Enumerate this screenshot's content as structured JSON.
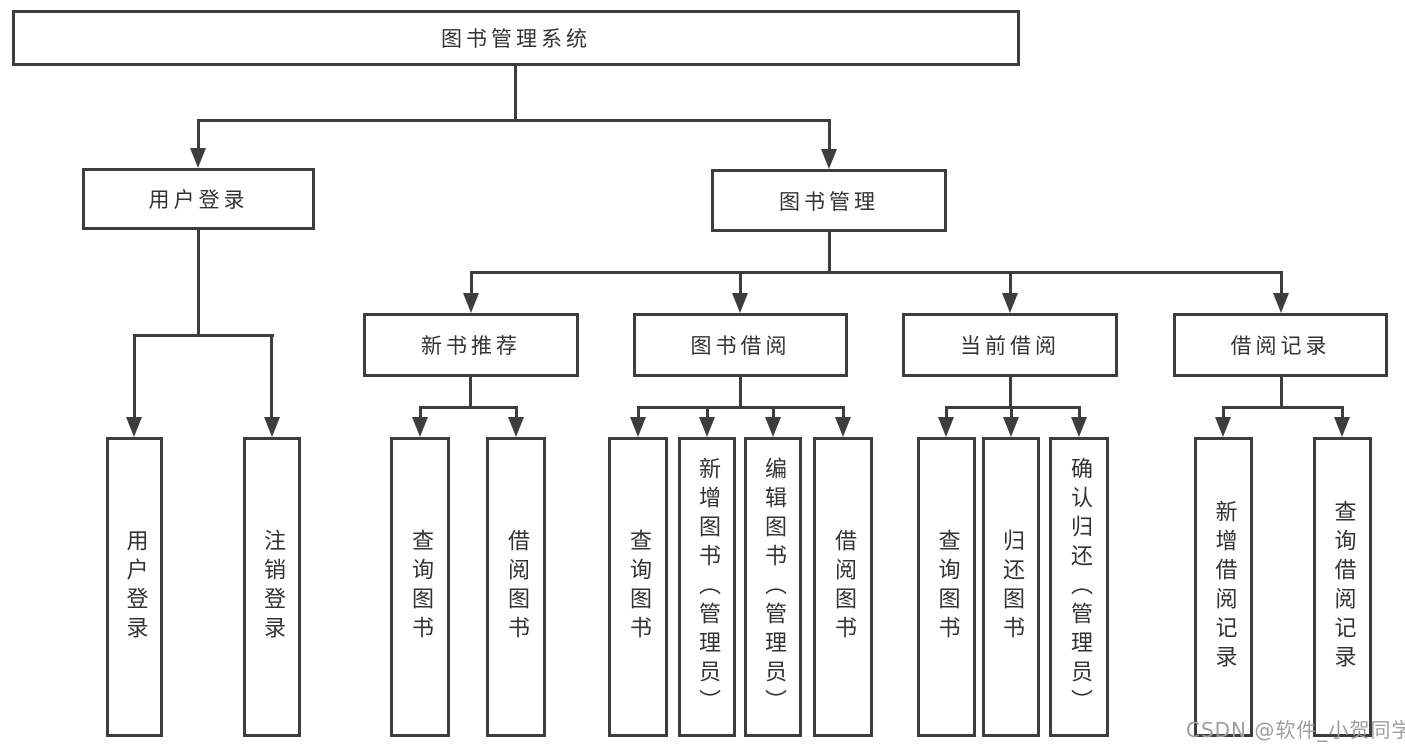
{
  "diagram": {
    "root": {
      "label": "图书管理系统"
    },
    "level2": {
      "user_login": {
        "label": "用户登录"
      },
      "book_mgmt": {
        "label": "图书管理"
      }
    },
    "level3": {
      "new_book_rec": {
        "label": "新书推荐"
      },
      "book_borrow": {
        "label": "图书借阅"
      },
      "current_borrow": {
        "label": "当前借阅"
      },
      "borrow_record": {
        "label": "借阅记录"
      }
    },
    "leaves": {
      "user_login_leaf": {
        "label": "用户登录"
      },
      "logout": {
        "label": "注销登录"
      },
      "rec_query_book": {
        "label": "查询图书"
      },
      "rec_borrow_book": {
        "label": "借阅图书"
      },
      "bb_query_book": {
        "label": "查询图书"
      },
      "bb_add_book": {
        "label": "新增图书（管理员）"
      },
      "bb_edit_book": {
        "label": "编辑图书（管理员）"
      },
      "bb_borrow_book": {
        "label": "借阅图书"
      },
      "cb_query_book": {
        "label": "查询图书"
      },
      "cb_return_book": {
        "label": "归还图书"
      },
      "cb_confirm_return": {
        "label": "确认归还（管理员）"
      },
      "br_add_record": {
        "label": "新增借阅记录"
      },
      "br_query_record": {
        "label": "查询借阅记录"
      }
    }
  },
  "watermark": {
    "text": "CSDN @软件_小贺同学"
  },
  "colors": {
    "line": "#3d3d3d",
    "text": "#333333",
    "watermark": "#9e9e9e",
    "background": "#ffffff"
  }
}
